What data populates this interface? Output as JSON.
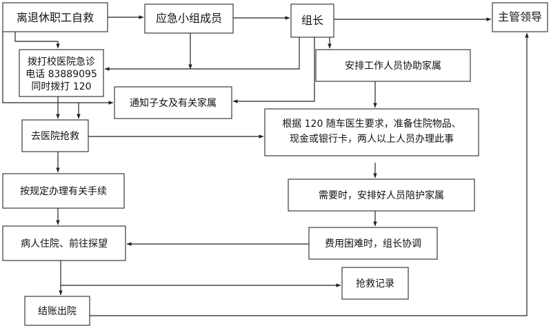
{
  "flowchart": {
    "nodes": {
      "self_rescue": "离退休职工自救",
      "emergency_team": "应急小组成员",
      "team_leader": "组长",
      "supervisor": "主管领导",
      "call_clinic": [
        "拨打校医院急诊",
        "电话 83889095",
        "同时拨打 120"
      ],
      "arrange_staff": "安排工作人员协助家属",
      "notify_family": "通知子女及有关家属",
      "hospital_rescue": "去医院抢救",
      "prepare_items": [
        "根据 120 随车医生要求，准备住院物品、",
        "现金或银行卡，两人以上人员办理此事"
      ],
      "accompany": "需要时，安排好人员陪护家属",
      "procedures": "按规定办理有关手续",
      "fee_coordination": "费用困难时，组长协调",
      "hospitalized_visit": "病人住院、前往探望",
      "rescue_record": "抢救记录",
      "discharge": "结账出院"
    }
  }
}
